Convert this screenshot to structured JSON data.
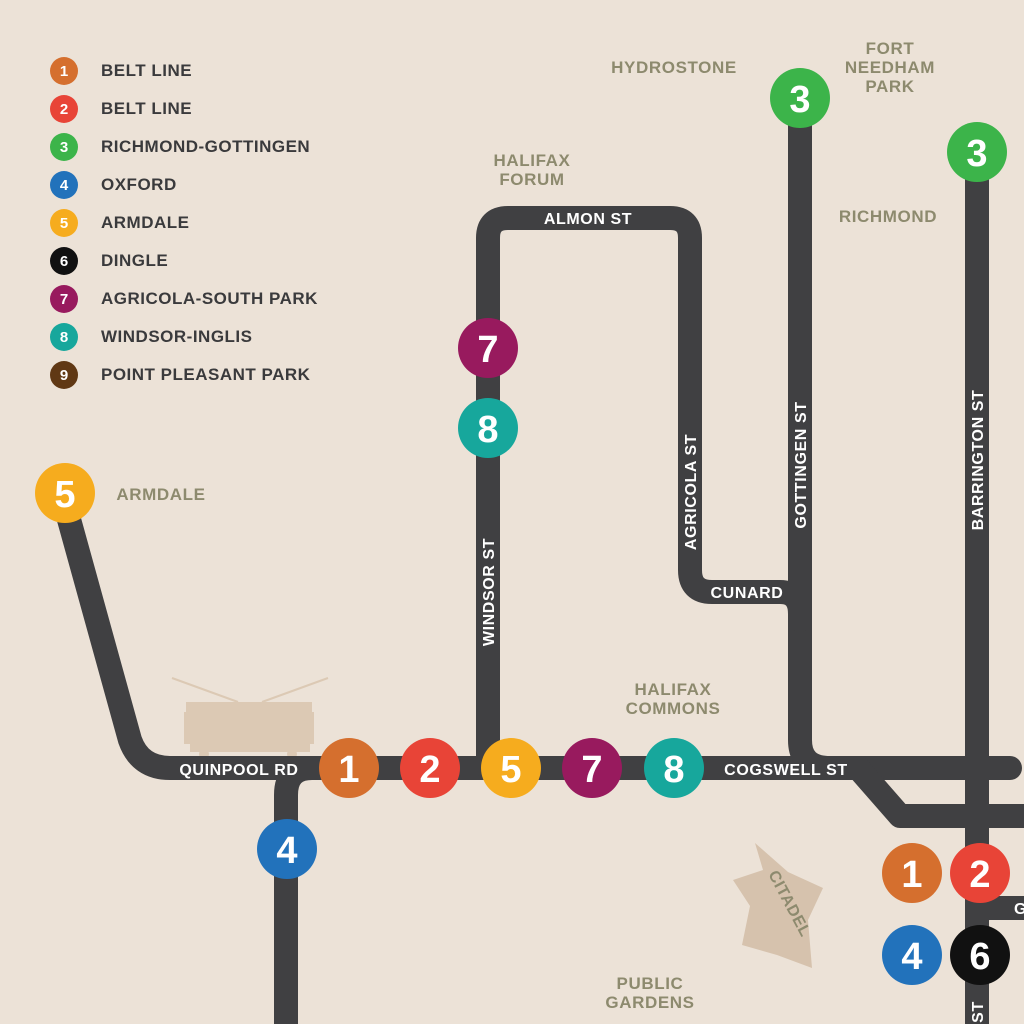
{
  "legend": [
    {
      "number": "1",
      "name": "BELT LINE",
      "color": "#d56f2e"
    },
    {
      "number": "2",
      "name": "BELT LINE",
      "color": "#e84437"
    },
    {
      "number": "3",
      "name": "RICHMOND-GOTTINGEN",
      "color": "#3cb44a"
    },
    {
      "number": "4",
      "name": "OXFORD",
      "color": "#2272bb"
    },
    {
      "number": "5",
      "name": "ARMDALE",
      "color": "#f6ac1e"
    },
    {
      "number": "6",
      "name": "DINGLE",
      "color": "#111111"
    },
    {
      "number": "7",
      "name": "AGRICOLA-SOUTH PARK",
      "color": "#981a5e"
    },
    {
      "number": "8",
      "name": "WINDSOR-INGLIS",
      "color": "#17a79c"
    },
    {
      "number": "9",
      "name": "POINT PLEASANT PARK",
      "color": "#603814"
    }
  ],
  "colors": {
    "background": "#ece2d7",
    "route_line": "#404042",
    "place_label": "#8d8a6e",
    "street_label": "#ffffff",
    "citadel": "#d6c2ad",
    "tram": "#dcc9b4"
  },
  "streets": {
    "quinpool": "QUINPOOL RD",
    "cogswell": "COGSWELL ST",
    "windsor": "WINDSOR ST",
    "almon": "ALMON ST",
    "agricola": "AGRICOLA ST",
    "cunard": "CUNARD",
    "gottingen": "GOTTINGEN ST",
    "barrington": "BARRINGTON ST",
    "barrington_bottom": "ST",
    "edge_g": "G"
  },
  "places": {
    "hydrostone": "HYDROSTONE",
    "fort_needham_1": "FORT",
    "fort_needham_2": "NEEDHAM",
    "fort_needham_3": "PARK",
    "richmond": "RICHMOND",
    "halifax_forum_1": "HALIFAX",
    "halifax_forum_2": "FORUM",
    "armdale": "ARMDALE",
    "halifax_commons_1": "HALIFAX",
    "halifax_commons_2": "COMMONS",
    "public_gardens_1": "PUBLIC",
    "public_gardens_2": "GARDENS",
    "citadel": "CITADEL"
  },
  "markers": {
    "r1_quinpool": "1",
    "r2_quinpool": "2",
    "r5_quinpool": "5",
    "r7_quinpool": "7",
    "r8_quinpool": "8",
    "r3_gottingen": "3",
    "r3_barrington": "3",
    "r7_windsor": "7",
    "r8_windsor": "8",
    "r5_armdale": "5",
    "r4_oxford": "4",
    "r1_downtown": "1",
    "r2_downtown": "2",
    "r4_downtown": "4",
    "r6_downtown": "6"
  },
  "marker_colors": {
    "r1": "#d56f2e",
    "r2": "#e84437",
    "r3": "#3cb44a",
    "r4": "#2272bb",
    "r5": "#f6ac1e",
    "r6": "#111111",
    "r7": "#981a5e",
    "r8": "#17a79c"
  }
}
